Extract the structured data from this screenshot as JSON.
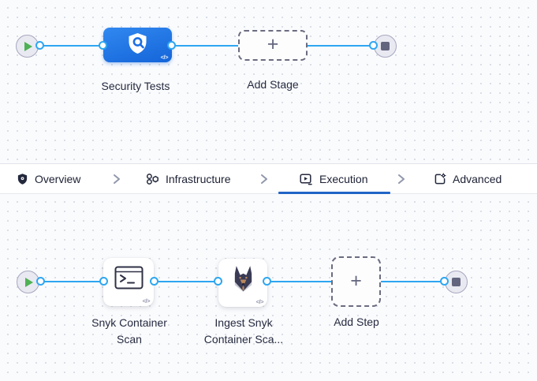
{
  "pipeline_top": {
    "stage_label": "Security Tests",
    "add_stage_label": "Add Stage",
    "plus": "+",
    "code_badge": "</>"
  },
  "tab_bar": {
    "tabs": [
      {
        "label": "Overview",
        "icon": "shield-icon"
      },
      {
        "label": "Infrastructure",
        "icon": "infrastructure-icon"
      },
      {
        "label": "Execution",
        "icon": "execution-icon"
      },
      {
        "label": "Advanced",
        "icon": "advanced-icon"
      }
    ],
    "active_tab": "Execution"
  },
  "pipeline_bottom": {
    "steps": [
      {
        "label_line1": "Snyk Container",
        "label_line2": "Scan",
        "icon": "terminal-icon"
      },
      {
        "label_line1": "Ingest Snyk",
        "label_line2": "Container Sca...",
        "icon": "snyk-dog-icon"
      }
    ],
    "add_step_label": "Add Step",
    "plus": "+",
    "code_badge": "</>"
  },
  "colors": {
    "edge_blue": "#2ea6f1",
    "stage_node_blue": "#1b6fe3",
    "active_tab_underline": "#2064c7",
    "play_green": "#4eb154",
    "node_gray": "#63657e",
    "canvas_bg": "#fafbfd"
  }
}
